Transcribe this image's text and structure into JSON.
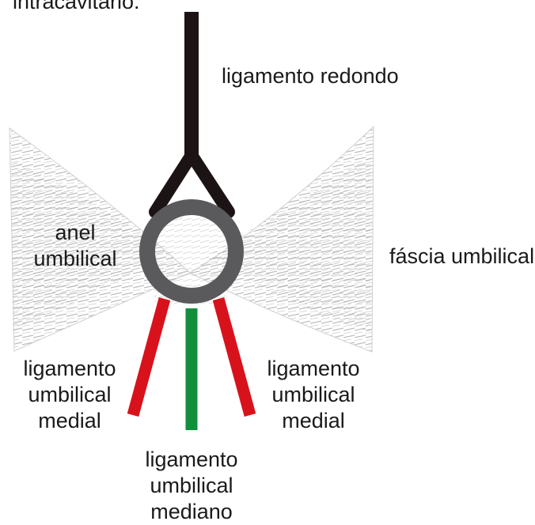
{
  "header_fragment": "intracavitário.",
  "labels": {
    "round_ligament": "ligamento redondo",
    "umbilical_ring": [
      "anel",
      "umbilical"
    ],
    "umbilical_fascia": "fáscia umbilical",
    "medial_left": [
      "ligamento",
      "umbilical",
      "medial"
    ],
    "medial_right": [
      "ligamento",
      "umbilical",
      "medial"
    ],
    "median": [
      "ligamento",
      "umbilical",
      "mediano"
    ]
  },
  "colors": {
    "round_ligament": "#1c1414",
    "ring": "#5a5a5c",
    "medial_ligaments": "#d8121b",
    "median_ligament": "#138e3c",
    "fascia": "#c8c8c8",
    "text": "#1a1a1a"
  }
}
